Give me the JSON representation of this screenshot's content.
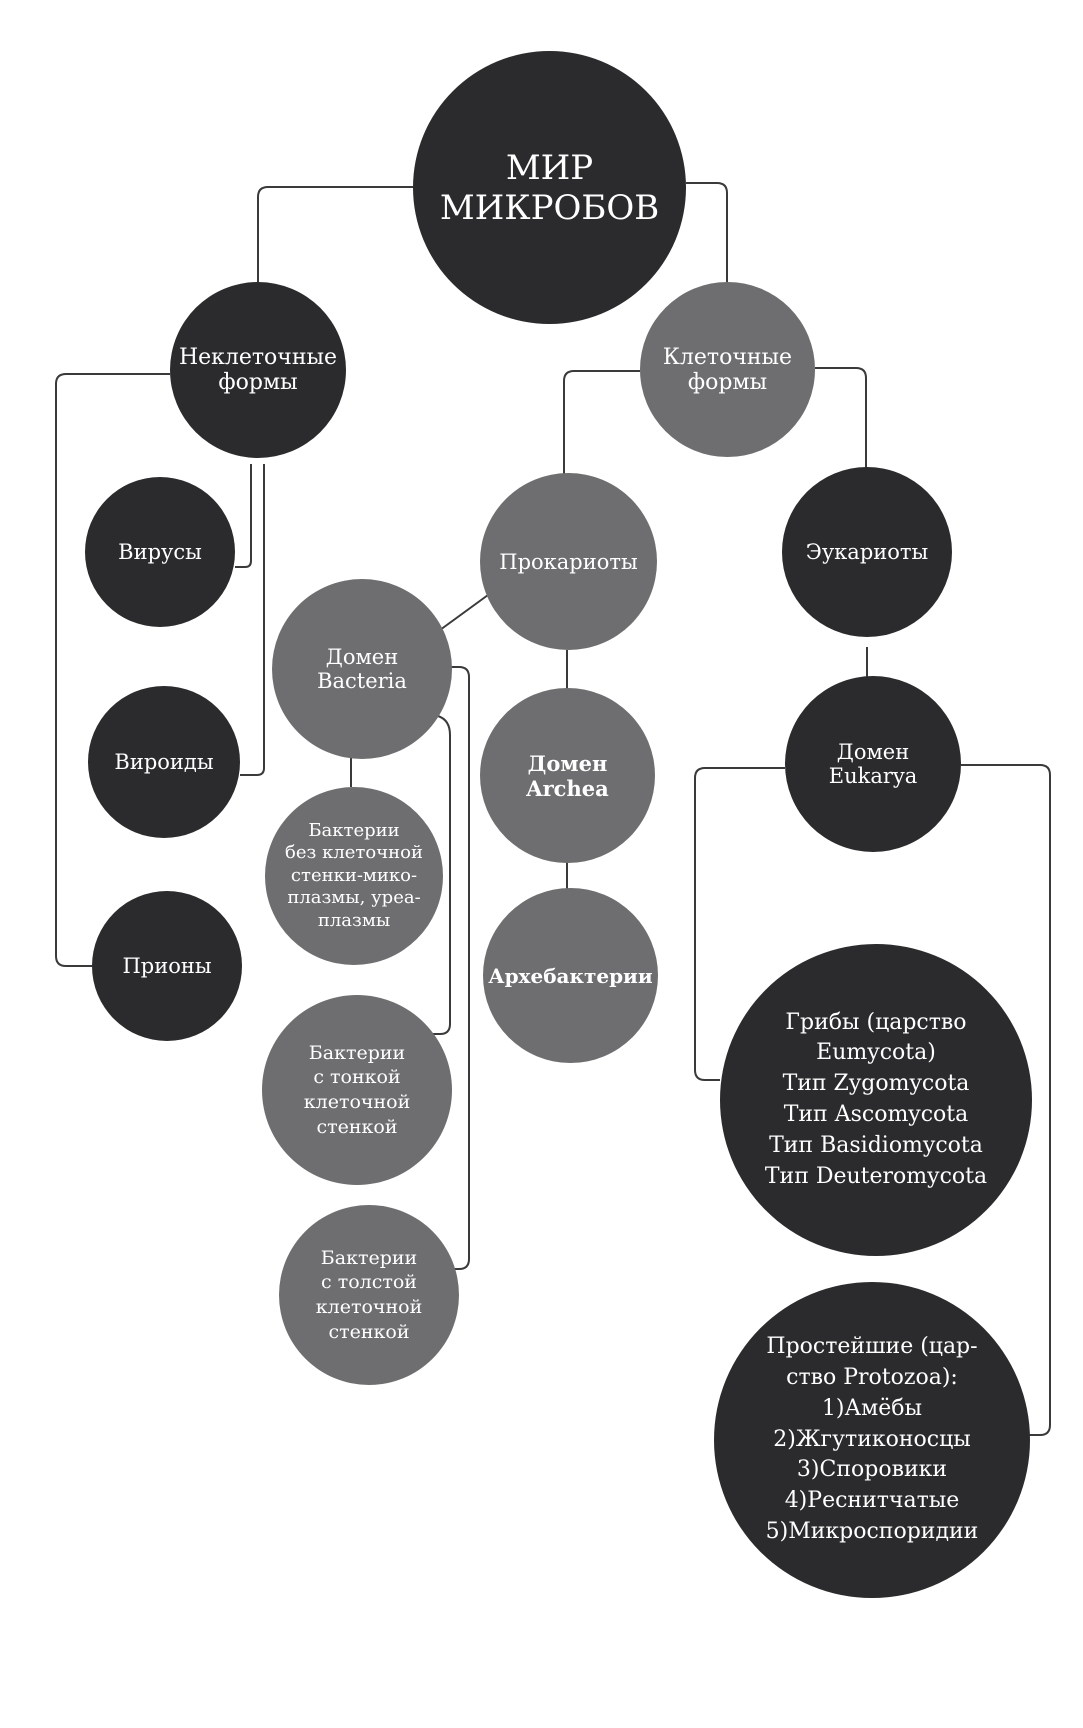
{
  "diagram": {
    "root": {
      "label": "МИР\nМИКРОБОВ"
    },
    "noncellular": {
      "label": "Неклеточные\nформы",
      "children": [
        {
          "label": "Вирусы"
        },
        {
          "label": "Вироиды"
        },
        {
          "label": "Прионы"
        }
      ]
    },
    "cellular": {
      "label": "Клеточные\nформы"
    },
    "prokaryotes": {
      "label": "Прокариоты"
    },
    "eukaryotes": {
      "label": "Эукариоты"
    },
    "domain_bacteria": {
      "label": "Домен\nBacteria",
      "children": [
        {
          "label": "Бактерии\nбез клеточной\nстенки-мико-\nплазмы, уреа-\nплазмы"
        },
        {
          "label": "Бактерии\nс тонкой\nклеточной\nстенкой"
        },
        {
          "label": "Бактерии\nс толстой\nклеточной\nстенкой"
        }
      ]
    },
    "domain_archea": {
      "label": "Домен\nArchea",
      "children": [
        {
          "label": "Архебактерии"
        }
      ]
    },
    "domain_eukarya": {
      "label": "Домен\nEukarya",
      "children": [
        {
          "label": "Грибы (царство\nEumycota)\nТип Zygomycota\nТип Ascomycota\nТип Basidiomycota\nТип Deuteromycota"
        },
        {
          "label": "Простейшие (цар-\nство Protozoa):\n1)Амёбы\n2)Жгутиконосцы\n3)Споровики\n4)Реснитчатые\n5)Микроспоридии"
        }
      ]
    }
  },
  "colors": {
    "dark": "#2b2b2d",
    "gray": "#6e6e70",
    "line": "#3a3a3a",
    "text": "#ffffff"
  }
}
